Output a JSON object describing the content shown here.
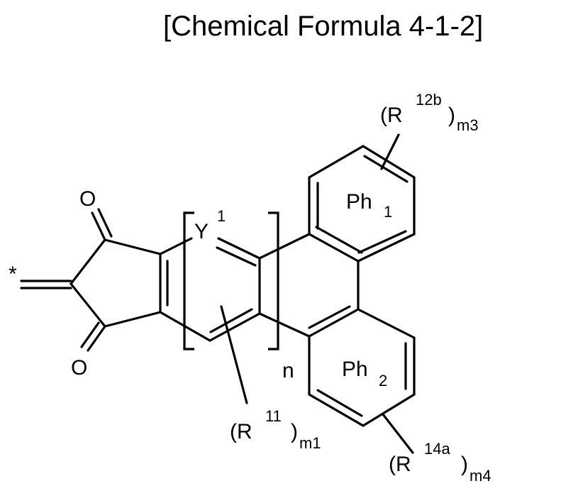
{
  "title": "[Chemical Formula 4-1-2]",
  "labels": {
    "oxygen_top": "O",
    "oxygen_bottom": "O",
    "attach_star": "*",
    "y_base": "Y",
    "y_sup": "1",
    "n_label": "n",
    "ph1_base": "Ph",
    "ph1_sub": "1",
    "ph2_base": "Ph",
    "ph2_sub": "2",
    "r11_open": "(R",
    "r11_sup": "11",
    "r11_close": ")",
    "r11_sub": "m1",
    "r12b_open": "(R",
    "r12b_sup": "12b",
    "r12b_close": ")",
    "r12b_sub": "m3",
    "r14a_open": "(R",
    "r14a_sup": "14a",
    "r14a_close": ")",
    "r14a_sub": "m4"
  }
}
